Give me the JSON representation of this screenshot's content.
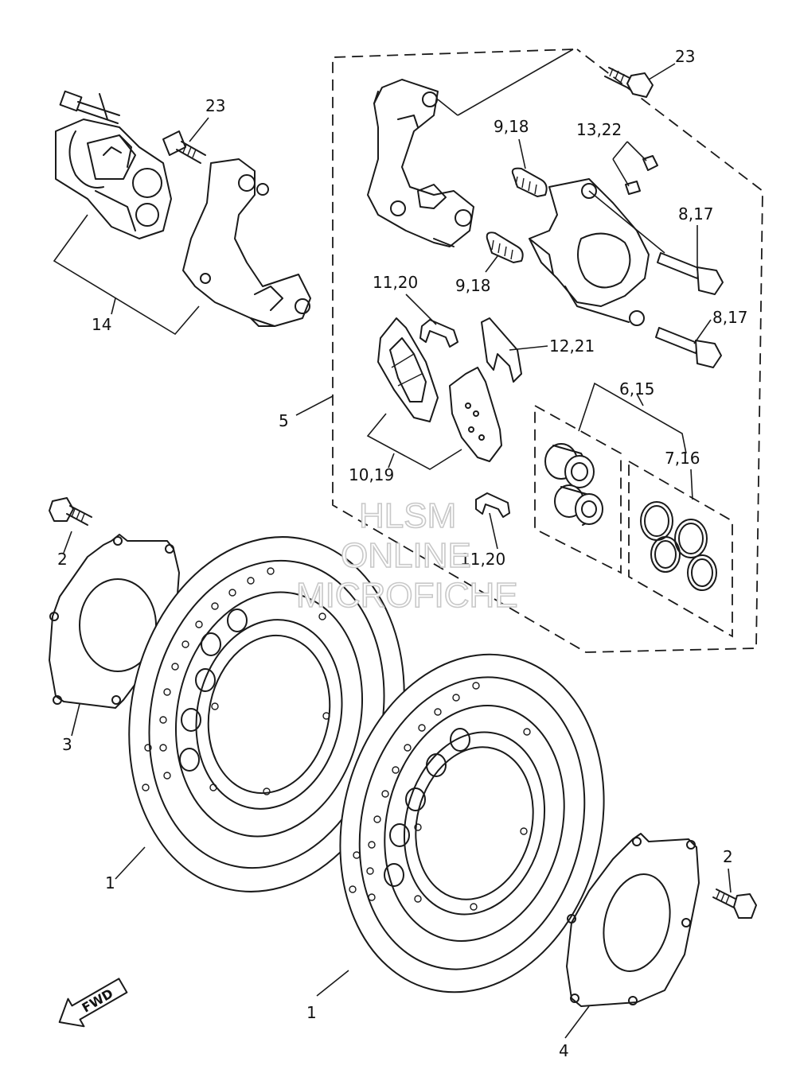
{
  "callouts": {
    "c_23_top": "23",
    "c_23_left": "23",
    "c_9_18_top": "9,18",
    "c_13_22": "13,22",
    "c_8_17_top": "8,17",
    "c_9_18_mid": "9,18",
    "c_11_20_top": "11,20",
    "c_12_21": "12,21",
    "c_8_17_bot": "8,17",
    "c_14": "14",
    "c_5": "5",
    "c_6_15": "6,15",
    "c_7_16": "7,16",
    "c_10_19": "10,19",
    "c_11_20_bot": "11,20",
    "c_2_left": "2",
    "c_3": "3",
    "c_1_left": "1",
    "c_2_right": "2",
    "c_1_bottom": "1",
    "c_4": "4"
  },
  "watermark": {
    "line1": "HLSM",
    "line2": "ONLINE",
    "line3": "MICROFICHE"
  },
  "direction_arrow": {
    "label": "FWD"
  }
}
